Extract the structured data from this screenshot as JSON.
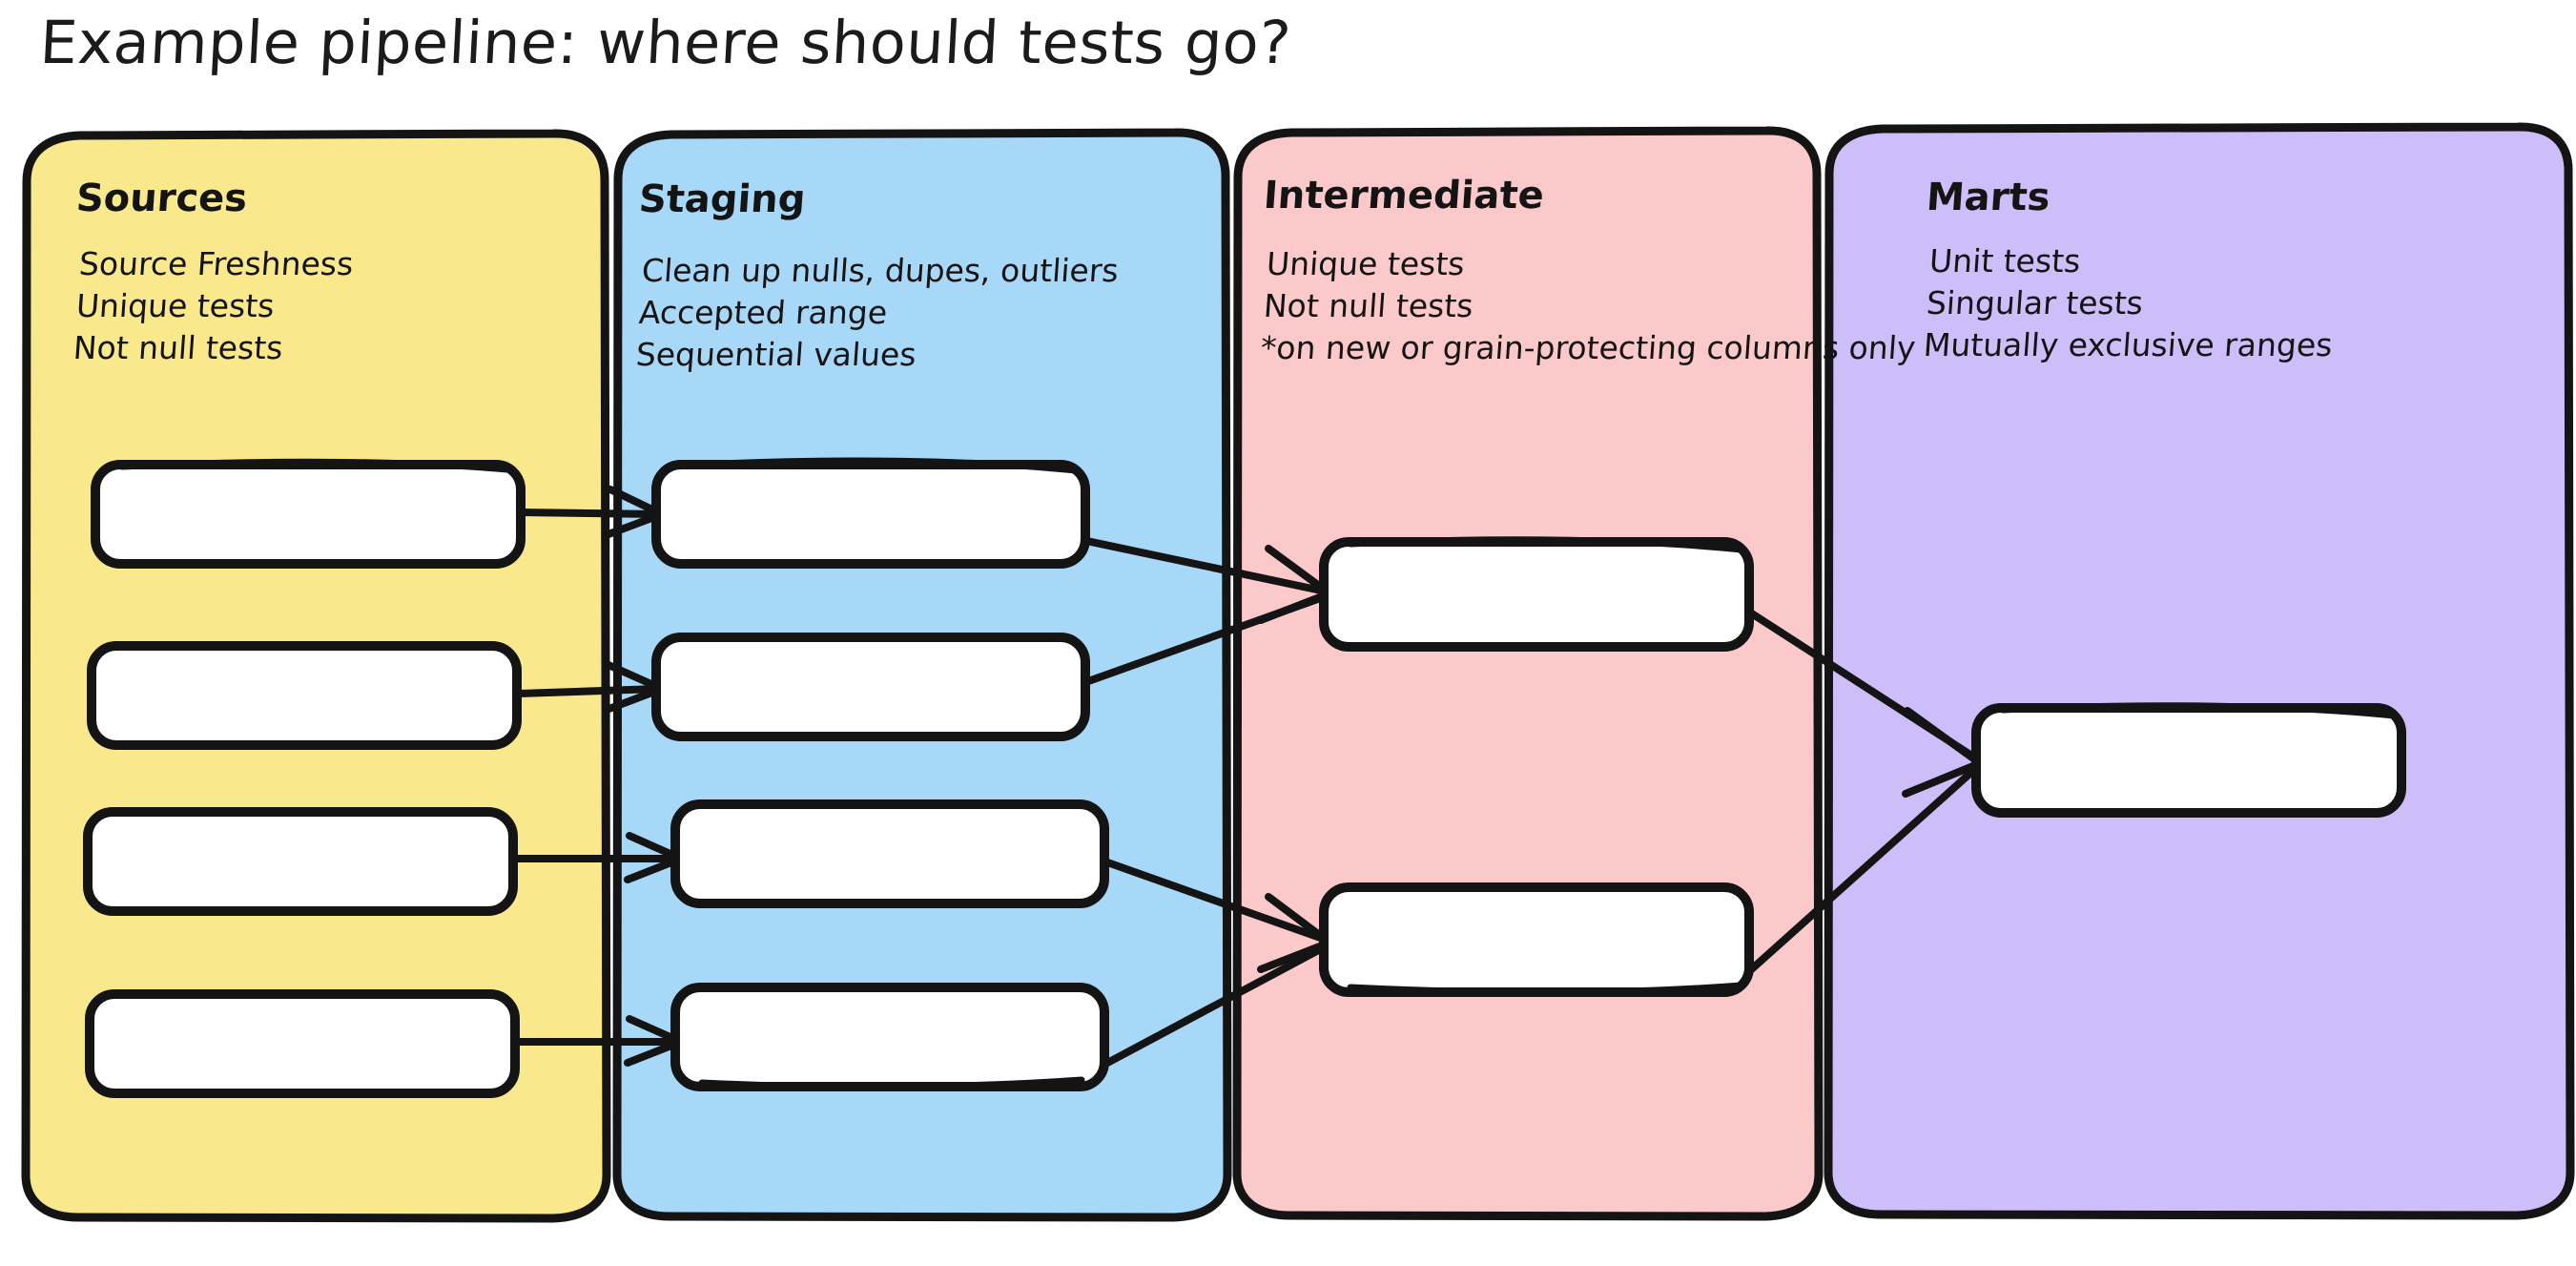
{
  "title": "Example pipeline: where should tests go?",
  "colors": {
    "sources_bg": "#FAE88D",
    "staging_bg": "#A8D8F8",
    "intermediate_bg": "#FBC9C9",
    "marts_bg": "#CDBEFA",
    "node_fill": "#FFFFFF",
    "stroke": "#141414",
    "page_bg": "#FFFFFF"
  },
  "lanes": [
    {
      "id": "sources",
      "title": "Sources",
      "bullets": [
        "Source Freshness",
        "Unique tests",
        "Not null tests"
      ],
      "nodes": [
        {
          "id": "src-1"
        },
        {
          "id": "src-2"
        },
        {
          "id": "src-3"
        },
        {
          "id": "src-4"
        }
      ]
    },
    {
      "id": "staging",
      "title": "Staging",
      "bullets": [
        "Clean up nulls, dupes, outliers",
        "Accepted range",
        "Sequential values"
      ],
      "nodes": [
        {
          "id": "stg-1"
        },
        {
          "id": "stg-2"
        },
        {
          "id": "stg-3"
        },
        {
          "id": "stg-4"
        }
      ]
    },
    {
      "id": "intermediate",
      "title": "Intermediate",
      "bullets": [
        "Unique tests",
        "Not null tests",
        "*on new or grain-protecting columns only"
      ],
      "nodes": [
        {
          "id": "int-1"
        },
        {
          "id": "int-2"
        }
      ]
    },
    {
      "id": "marts",
      "title": "Marts",
      "bullets": [
        "Unit tests",
        "Singular tests",
        "Mutually exclusive ranges"
      ],
      "nodes": [
        {
          "id": "mart-1"
        }
      ]
    }
  ],
  "edges": [
    {
      "from": "src-1",
      "to": "stg-1"
    },
    {
      "from": "src-2",
      "to": "stg-2"
    },
    {
      "from": "src-3",
      "to": "stg-3"
    },
    {
      "from": "src-4",
      "to": "stg-4"
    },
    {
      "from": "stg-1",
      "to": "int-1"
    },
    {
      "from": "stg-2",
      "to": "int-1"
    },
    {
      "from": "stg-3",
      "to": "int-2"
    },
    {
      "from": "stg-4",
      "to": "int-2"
    },
    {
      "from": "int-1",
      "to": "mart-1"
    },
    {
      "from": "int-2",
      "to": "mart-1"
    }
  ]
}
